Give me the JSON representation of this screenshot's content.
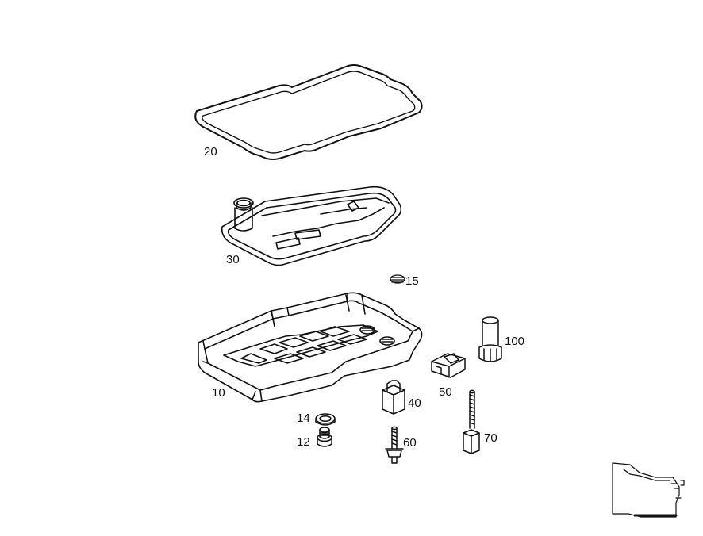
{
  "diagram": {
    "callouts": [
      {
        "id": "gasket",
        "text": "20"
      },
      {
        "id": "filter",
        "text": "30"
      },
      {
        "id": "seal-ring",
        "text": "15"
      },
      {
        "id": "oil-pan",
        "text": "10"
      },
      {
        "id": "drain-seal",
        "text": "14"
      },
      {
        "id": "drain-plug",
        "text": "12"
      },
      {
        "id": "clip",
        "text": "40"
      },
      {
        "id": "bracket",
        "text": "50"
      },
      {
        "id": "bolt",
        "text": "60"
      },
      {
        "id": "stud",
        "text": "70"
      },
      {
        "id": "tube",
        "text": "100"
      }
    ]
  }
}
